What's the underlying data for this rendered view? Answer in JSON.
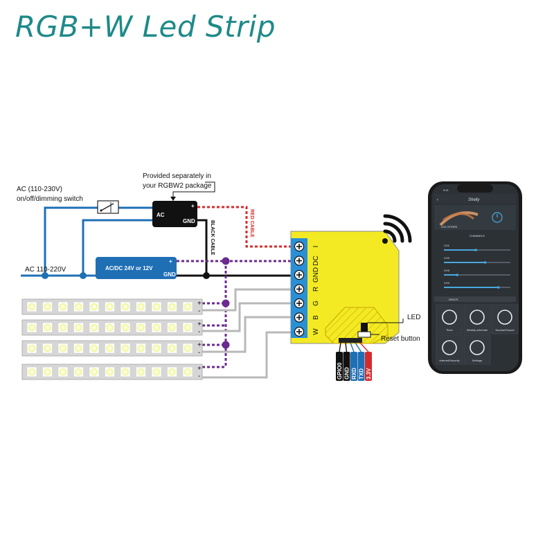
{
  "title": "RGB+W Led Strip",
  "labels": {
    "ac_switch_line1": "AC (110-230V)",
    "ac_switch_line2": "on/off/dimming switch",
    "ac_input": "AC 110-220V",
    "provided_line1": "Provided separately in",
    "provided_line2": "your RGBW2 package",
    "adapter_ac": "AC",
    "adapter_gnd": "GND",
    "adapter_plus": "+",
    "psu_label": "AC/DC 24V or 12V",
    "psu_gnd": "GND",
    "psu_plus": "+",
    "red_cable": "RED CABLE",
    "black_cable": "BLACK CABLE",
    "led": "LED",
    "reset_button": "Reset button",
    "strip_plus": "+",
    "strip_minus": "-"
  },
  "terminals": [
    "I",
    "DC",
    "GND",
    "R",
    "G",
    "B",
    "W"
  ],
  "pins": [
    {
      "label": "GPIO0",
      "color": "#111111"
    },
    {
      "label": "GND",
      "color": "#111111"
    },
    {
      "label": "RXD",
      "color": "#1f6fb5"
    },
    {
      "label": "TXD",
      "color": "#1f6fb5"
    },
    {
      "label": "3.3V",
      "color": "#d62b2b"
    }
  ],
  "phone": {
    "status_time": "9:41",
    "brand": "Shelly",
    "device_name": "LED STRIPE",
    "channels_title": "CHANNELS",
    "channels": [
      {
        "label": "CH1",
        "level": 0.48
      },
      {
        "label": "CH2",
        "level": 0.62
      },
      {
        "label": "CH3",
        "level": 0.2
      },
      {
        "label": "CH4",
        "level": 0.82
      }
    ],
    "section_title": "DRIO'S",
    "tiles": [
      "Timer",
      "Weekly schedule",
      "Sunrise/Sunset",
      "Internet/Security",
      "Settings"
    ]
  },
  "colors": {
    "teal_title": "#1e8a88",
    "blue_wire": "#1f6fb5",
    "yellow_module": "#f3ea24",
    "terminal_blue": "#2b8fd6",
    "red_wire": "#d62b2b",
    "purple_wire": "#6a2a8e"
  }
}
